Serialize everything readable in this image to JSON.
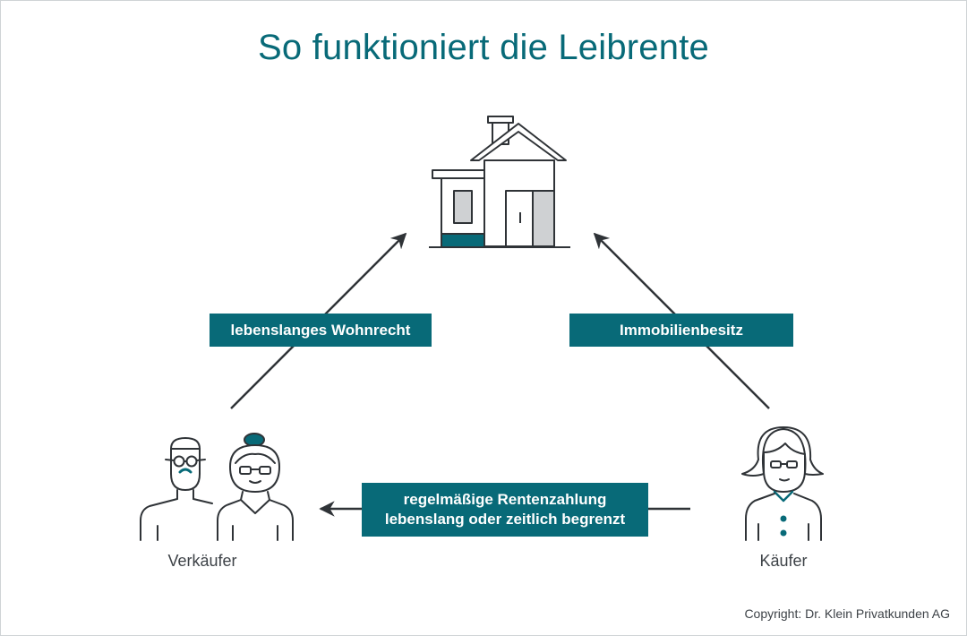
{
  "title": "So funktioniert die Leibrente",
  "labels": {
    "left_arrow": "lebenslanges Wohnrecht",
    "right_arrow": "Immobilienbesitz",
    "bottom_line1": "regelmäßige Rentenzahlung",
    "bottom_line2": "lebenslang oder zeitlich begrenzt"
  },
  "seller_caption": "Verkäufer",
  "buyer_caption": "Käufer",
  "copyright": "Copyright: Dr. Klein Privatkunden AG",
  "colors": {
    "accent": "#086a78",
    "line": "#2f3337",
    "fill_grey": "#cfd1d3"
  },
  "icons": [
    "house-icon",
    "couple-icon",
    "woman-icon",
    "arrow-icon"
  ]
}
